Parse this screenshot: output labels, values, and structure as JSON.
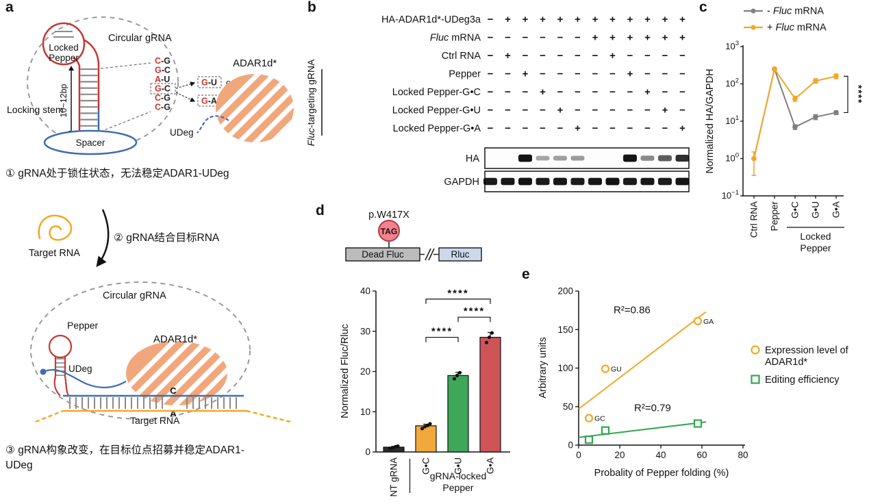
{
  "figure": {
    "background": "#ffffff"
  },
  "panels": {
    "a": "a",
    "b": "b",
    "c": "c",
    "d": "d",
    "e": "e"
  },
  "colors": {
    "red": "#C8352E",
    "blue": "#3E6DB0",
    "orange": "#F5A623",
    "blob": "#F1A77C",
    "gray": "#7F7F7F",
    "green": "#2EA84F",
    "dash_gray": "#999999",
    "pink_fill": "#F2838D",
    "pink_stroke": "#B43A48",
    "box_gray": "#BBBBBB",
    "box_blue": "#CBD9EB"
  },
  "panel_a": {
    "circular_grna": "Circular gRNA",
    "locked_pepper_lines": [
      "Locked",
      "Pepper"
    ],
    "locking_stem": "Locking stem",
    "stem_length": "10~12bp",
    "spacer": "Spacer",
    "adar": "ADAR1d*",
    "udeg": "UDeg",
    "base_pairs": [
      {
        "left": "C",
        "right": "G",
        "boxed": false
      },
      {
        "left": "G",
        "right": "C",
        "boxed": false
      },
      {
        "left": "A",
        "right": "U",
        "boxed": false
      },
      {
        "left": "G",
        "right": "C",
        "boxed": true
      },
      {
        "left": "C",
        "right": "G",
        "boxed": false
      },
      {
        "left": "C",
        "right": "G",
        "boxed": false
      }
    ],
    "alt_pairs": [
      {
        "left": "G",
        "right": "U"
      },
      {
        "left": "G",
        "right": "A"
      }
    ],
    "or_label": "or",
    "step1": "① gRNA处于锁住状态，无法稳定ADAR1-UDeg",
    "target_rna": "Target RNA",
    "step2": "② gRNA结合目标RNA",
    "circular_grna2": "Circular gRNA",
    "pepper": "Pepper",
    "udeg2": "UDeg",
    "adar2": "ADAR1d*",
    "site_c": "C",
    "site_a": "A",
    "target_rna2": "Target RNA",
    "step3_lines": [
      "③ gRNA构象改变，在目标位点招募并稳定ADAR1-",
      "UDeg"
    ]
  },
  "panel_b": {
    "rows": [
      {
        "italic": "",
        "text": "HA-ADAR1d*-UDeg3a",
        "lanes": [
          "−",
          "+",
          "+",
          "+",
          "+",
          "+",
          "+",
          "+",
          "+",
          "+",
          "+",
          "+"
        ]
      },
      {
        "italic": "Fluc",
        "text": " mRNA",
        "lanes": [
          "−",
          "−",
          "−",
          "−",
          "−",
          "−",
          "+",
          "+",
          "+",
          "+",
          "+",
          "+"
        ]
      },
      {
        "italic": "",
        "text": "Ctrl RNA",
        "lanes": [
          "−",
          "+",
          "−",
          "−",
          "−",
          "−",
          "−",
          "+",
          "−",
          "−",
          "−",
          "−"
        ]
      },
      {
        "italic": "",
        "text": "Pepper",
        "lanes": [
          "−",
          "−",
          "+",
          "−",
          "−",
          "−",
          "−",
          "−",
          "+",
          "−",
          "−",
          "−"
        ]
      },
      {
        "italic": "",
        "text": "Locked Pepper-G•C",
        "lanes": [
          "−",
          "−",
          "−",
          "+",
          "−",
          "−",
          "−",
          "−",
          "−",
          "+",
          "−",
          "−"
        ]
      },
      {
        "italic": "",
        "text": "Locked Pepper-G•U",
        "lanes": [
          "−",
          "−",
          "−",
          "−",
          "+",
          "−",
          "−",
          "−",
          "−",
          "−",
          "+",
          "−"
        ]
      },
      {
        "italic": "",
        "text": "Locked Pepper-G•A",
        "lanes": [
          "−",
          "−",
          "−",
          "−",
          "−",
          "+",
          "−",
          "−",
          "−",
          "−",
          "−",
          "+"
        ]
      }
    ],
    "bracket": {
      "italic": "Fluc",
      "text": "-targeting gRNA"
    },
    "blots": [
      {
        "name": "HA",
        "bands": [
          0,
          0,
          0.95,
          0.15,
          0.18,
          0.2,
          0,
          0,
          0.95,
          0.3,
          0.55,
          0.8
        ]
      },
      {
        "name": "GAPDH",
        "bands": [
          0.9,
          0.92,
          0.95,
          0.9,
          0.93,
          0.9,
          0.92,
          0.95,
          0.9,
          0.92,
          0.9,
          0.93
        ]
      }
    ]
  },
  "panel_d": {
    "construct": {
      "mutation": "p.W417X",
      "codon": "TAG",
      "box1": "Dead Fluc",
      "box2": "Rluc"
    }
  },
  "chart_data": [
    {
      "id": "panel_c",
      "type": "line",
      "yscale": "log",
      "ylabel": "Normalized HA/GAPDH",
      "ylim_exponents": [
        -1,
        3
      ],
      "categories": [
        "Ctrl RNA",
        "Pepper",
        "G•C",
        "G•U",
        "G•A"
      ],
      "group_bracket": {
        "from": 2,
        "to": 4,
        "lines": [
          "Locked",
          "Pepper"
        ]
      },
      "series": [
        {
          "pre": "- ",
          "italic": "Fluc",
          "post": " mRNA",
          "color": "#7F7F7F",
          "values": [
            1,
            250,
            7,
            13,
            17
          ],
          "errors": [
            [
              0.35,
              1.5
            ],
            [
              230,
              270
            ],
            [
              6,
              8
            ],
            [
              11,
              15
            ],
            [
              15,
              19
            ]
          ]
        },
        {
          "pre": "+ ",
          "italic": "Fluc",
          "post": " mRNA",
          "color": "#F5A623",
          "values": [
            1,
            250,
            40,
            120,
            160
          ],
          "errors": [
            [
              0.35,
              1.5
            ],
            [
              230,
              270
            ],
            [
              34,
              47
            ],
            [
              104,
              138
            ],
            [
              138,
              185
            ]
          ]
        }
      ],
      "significance": {
        "label": "****",
        "series_a": 1,
        "series_b": 0,
        "at_category": 4
      }
    },
    {
      "id": "panel_d",
      "type": "bar",
      "ylabel": "Normalized Fluc/Rluc",
      "ylim": [
        0,
        40
      ],
      "yticks": [
        0,
        10,
        20,
        30,
        40
      ],
      "categories": [
        "NT gRNA",
        "G•C",
        "G•U",
        "G•A"
      ],
      "values": [
        1.2,
        6.5,
        19,
        28.5
      ],
      "errors": [
        0.15,
        0.4,
        0.8,
        1.2
      ],
      "bar_colors": [
        "#2b2b2b",
        "#F2A93B",
        "#3FA75A",
        "#CE5458"
      ],
      "points": [
        [
          0.9,
          1.1,
          1.3,
          1.45
        ],
        [
          5.8,
          6.3,
          6.6,
          7.0
        ],
        [
          18.2,
          19.0,
          19.7
        ],
        [
          27.2,
          28.5,
          29.6
        ]
      ],
      "group_bracket": {
        "from": 1,
        "to": 3,
        "lines": [
          "gRNA-locked",
          "Pepper"
        ]
      },
      "sig_brackets": [
        {
          "from": 1,
          "to": 3,
          "label": "****",
          "y": 38
        },
        {
          "from": 2,
          "to": 3,
          "label": "****",
          "y": 33.5
        },
        {
          "from": 1,
          "to": 2,
          "label": "****",
          "y": 28.5
        }
      ]
    },
    {
      "id": "panel_e",
      "type": "scatter",
      "xlabel": "Probality of Pepper folding (%)",
      "ylabel": "Arbitrary units",
      "xlim": [
        0,
        80
      ],
      "ylim": [
        0,
        200
      ],
      "xticks": [
        0,
        20,
        40,
        60,
        80
      ],
      "yticks": [
        0,
        50,
        100,
        150,
        200
      ],
      "series": [
        {
          "name_lines": [
            "Expression level of",
            "ADAR1d*"
          ],
          "color": "#F5A623",
          "marker": "circle",
          "points": [
            {
              "x": 5,
              "y": 35,
              "label": "GC"
            },
            {
              "x": 13,
              "y": 99,
              "label": "GU"
            },
            {
              "x": 58,
              "y": 161,
              "label": "GA"
            }
          ],
          "fit": {
            "x1": 0,
            "y1": 47,
            "x2": 62,
            "y2": 173
          },
          "r2": "R²=0.86",
          "r2_pos": {
            "x": 17,
            "y": 171
          }
        },
        {
          "name_lines": [
            "Editing efficiency"
          ],
          "color": "#2EA84F",
          "marker": "square",
          "points": [
            {
              "x": 5,
              "y": 7
            },
            {
              "x": 13,
              "y": 19
            },
            {
              "x": 58,
              "y": 28
            }
          ],
          "fit": {
            "x1": 0,
            "y1": 10,
            "x2": 62,
            "y2": 30
          },
          "r2": "R²=0.79",
          "r2_pos": {
            "x": 27,
            "y": 44
          }
        }
      ]
    }
  ]
}
